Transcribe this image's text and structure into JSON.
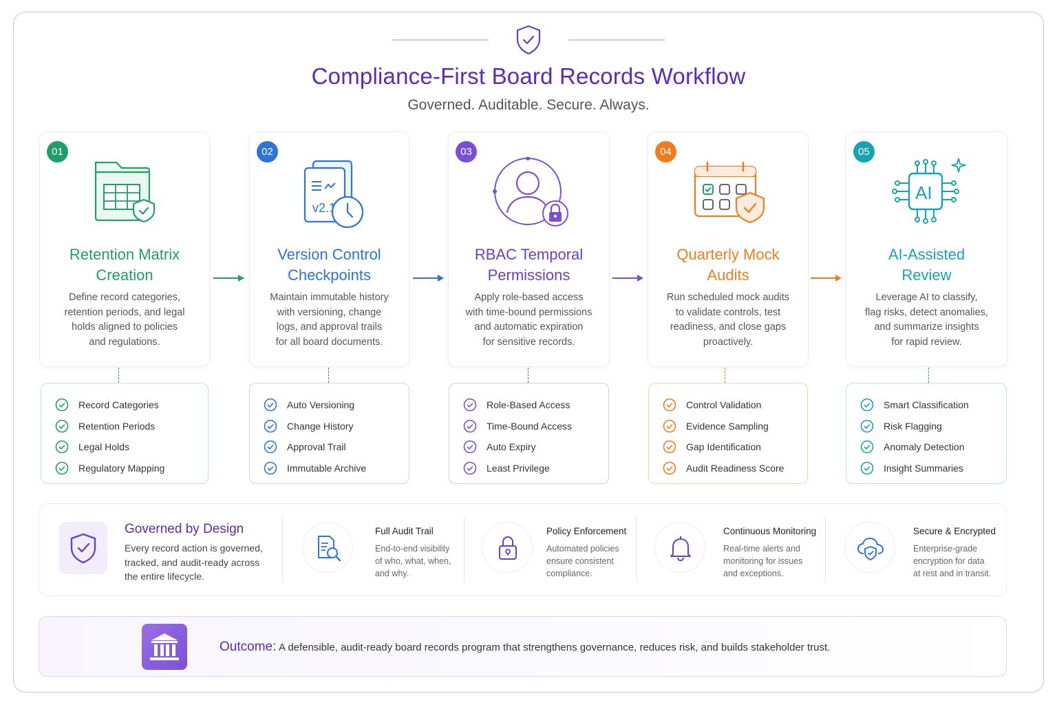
{
  "header": {
    "title": "Compliance-First Board Records Workflow",
    "subtitle": "Governed. Auditable. Secure. Always."
  },
  "colors": {
    "accent": "#5b2bb3",
    "step1": "#1f9e6a",
    "step2": "#2d73d9",
    "step3": "#7a4fd6",
    "step4": "#f07c1e",
    "step5": "#16a3b2"
  },
  "steps": [
    {
      "number": "01",
      "title_line1": "Retention Matrix",
      "title_line2": "Creation",
      "desc": [
        "Define record categories,",
        "retention periods, and legal",
        "holds aligned to policies",
        "and regulations."
      ],
      "icon": "folder-table-shield-icon",
      "items": [
        "Record Categories",
        "Retention Periods",
        "Legal Holds",
        "Regulatory Mapping"
      ]
    },
    {
      "number": "02",
      "title_line1": "Version Control",
      "title_line2": "Checkpoints",
      "desc": [
        "Maintain immutable history",
        "with versioning, change",
        "logs, and approval trails",
        "for all board documents."
      ],
      "icon": "document-version-clock-icon",
      "icon_text": "v2.1",
      "items": [
        "Auto Versioning",
        "Change History",
        "Approval Trail",
        "Immutable Archive"
      ]
    },
    {
      "number": "03",
      "title_line1": "RBAC Temporal",
      "title_line2": "Permissions",
      "desc": [
        "Apply role-based access",
        "with time-bound permissions",
        "and automatic expiration",
        "for sensitive records."
      ],
      "icon": "user-lock-icon",
      "items": [
        "Role-Based Access",
        "Time-Bound Access",
        "Auto Expiry",
        "Least Privilege"
      ]
    },
    {
      "number": "04",
      "title_line1": "Quarterly Mock",
      "title_line2": "Audits",
      "desc": [
        "Run scheduled mock audits",
        "to validate controls, test",
        "readiness, and close gaps",
        "proactively."
      ],
      "icon": "calendar-checklist-shield-icon",
      "items": [
        "Control Validation",
        "Evidence Sampling",
        "Gap Identification",
        "Audit Readiness Score"
      ]
    },
    {
      "number": "05",
      "title_line1": "AI-Assisted",
      "title_line2": "Review",
      "desc": [
        "Leverage AI to classify,",
        "flag risks, detect anomalies,",
        "and summarize insights",
        "for rapid review."
      ],
      "icon": "ai-chip-icon",
      "icon_text": "AI",
      "items": [
        "Smart Classification",
        "Risk Flagging",
        "Anomaly Detection",
        "Insight Summaries"
      ]
    }
  ],
  "governed": {
    "title": "Governed by Design",
    "desc": [
      "Every record action is governed,",
      "tracked, and audit-ready across",
      "the entire lifecycle."
    ],
    "icon": "shield-check-icon"
  },
  "features": [
    {
      "title": "Full Audit Trail",
      "desc": [
        "End-to-end visibility",
        "of who, what, when,",
        "and why."
      ],
      "icon": "document-search-icon"
    },
    {
      "title": "Policy Enforcement",
      "desc": [
        "Automated policies",
        "ensure consistent",
        "compliance."
      ],
      "icon": "padlock-icon"
    },
    {
      "title": "Continuous Monitoring",
      "desc": [
        "Real-time alerts and",
        "monitoring for issues",
        "and exceptions."
      ],
      "icon": "bell-icon"
    },
    {
      "title": "Secure & Encrypted",
      "desc": [
        "Enterprise-grade",
        "encryption for data",
        "at rest and in transit."
      ],
      "icon": "cloud-shield-icon"
    }
  ],
  "outcome": {
    "label": "Outcome:",
    "text": "A defensible, audit-ready board records program that strengthens governance, reduces risk, and builds stakeholder trust.",
    "icon": "institution-building-icon"
  }
}
